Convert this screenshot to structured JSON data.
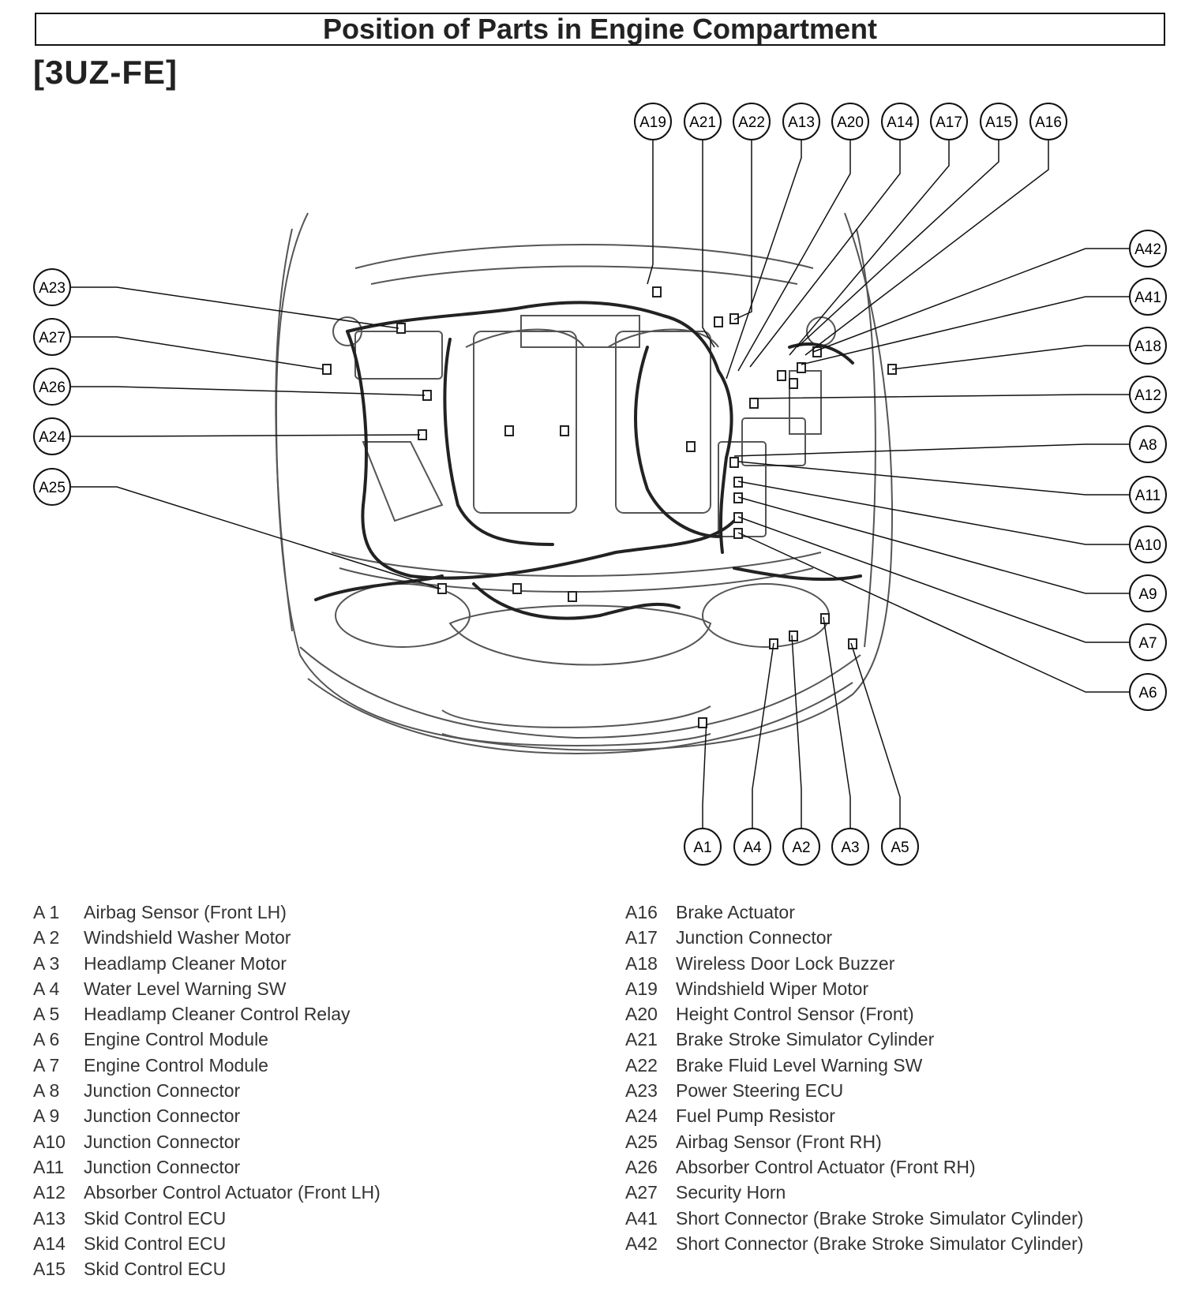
{
  "title": "Position of Parts in Engine Compartment",
  "subtitle": "[3UZ-FE]",
  "callouts": {
    "top": [
      "A19",
      "A21",
      "A22",
      "A13",
      "A20",
      "A14",
      "A17",
      "A15",
      "A16"
    ],
    "left": [
      "A23",
      "A27",
      "A26",
      "A24",
      "A25"
    ],
    "right": [
      "A42",
      "A41",
      "A18",
      "A12",
      "A8",
      "A11",
      "A10",
      "A9",
      "A7",
      "A6"
    ],
    "bottom": [
      "A1",
      "A4",
      "A2",
      "A3",
      "A5"
    ]
  },
  "legend_left": [
    {
      "code": "A 1",
      "desc": "Airbag Sensor (Front LH)"
    },
    {
      "code": "A 2",
      "desc": "Windshield Washer Motor"
    },
    {
      "code": "A 3",
      "desc": "Headlamp Cleaner Motor"
    },
    {
      "code": "A 4",
      "desc": "Water Level Warning SW"
    },
    {
      "code": "A 5",
      "desc": "Headlamp Cleaner Control Relay"
    },
    {
      "code": "A 6",
      "desc": "Engine Control Module"
    },
    {
      "code": "A 7",
      "desc": "Engine Control Module"
    },
    {
      "code": "A 8",
      "desc": "Junction Connector"
    },
    {
      "code": "A 9",
      "desc": "Junction Connector"
    },
    {
      "code": "A10",
      "desc": "Junction Connector"
    },
    {
      "code": "A11",
      "desc": "Junction Connector"
    },
    {
      "code": "A12",
      "desc": "Absorber Control Actuator (Front LH)"
    },
    {
      "code": "A13",
      "desc": "Skid Control ECU"
    },
    {
      "code": "A14",
      "desc": "Skid Control ECU"
    },
    {
      "code": "A15",
      "desc": "Skid Control ECU"
    }
  ],
  "legend_right": [
    {
      "code": "A16",
      "desc": "Brake Actuator"
    },
    {
      "code": "A17",
      "desc": "Junction Connector"
    },
    {
      "code": "A18",
      "desc": "Wireless Door Lock Buzzer"
    },
    {
      "code": "A19",
      "desc": "Windshield Wiper Motor"
    },
    {
      "code": "A20",
      "desc": "Height Control Sensor (Front)"
    },
    {
      "code": "A21",
      "desc": "Brake Stroke Simulator Cylinder"
    },
    {
      "code": "A22",
      "desc": "Brake Fluid Level Warning SW"
    },
    {
      "code": "A23",
      "desc": "Power Steering ECU"
    },
    {
      "code": "A24",
      "desc": "Fuel Pump Resistor"
    },
    {
      "code": "A25",
      "desc": "Airbag Sensor (Front RH)"
    },
    {
      "code": "A26",
      "desc": "Absorber Control Actuator (Front RH)"
    },
    {
      "code": "A27",
      "desc": "Security Horn"
    },
    {
      "code": "A41",
      "desc": "Short Connector (Brake Stroke Simulator Cylinder)"
    },
    {
      "code": "A42",
      "desc": "Short Connector (Brake Stroke Simulator Cylinder)"
    }
  ]
}
